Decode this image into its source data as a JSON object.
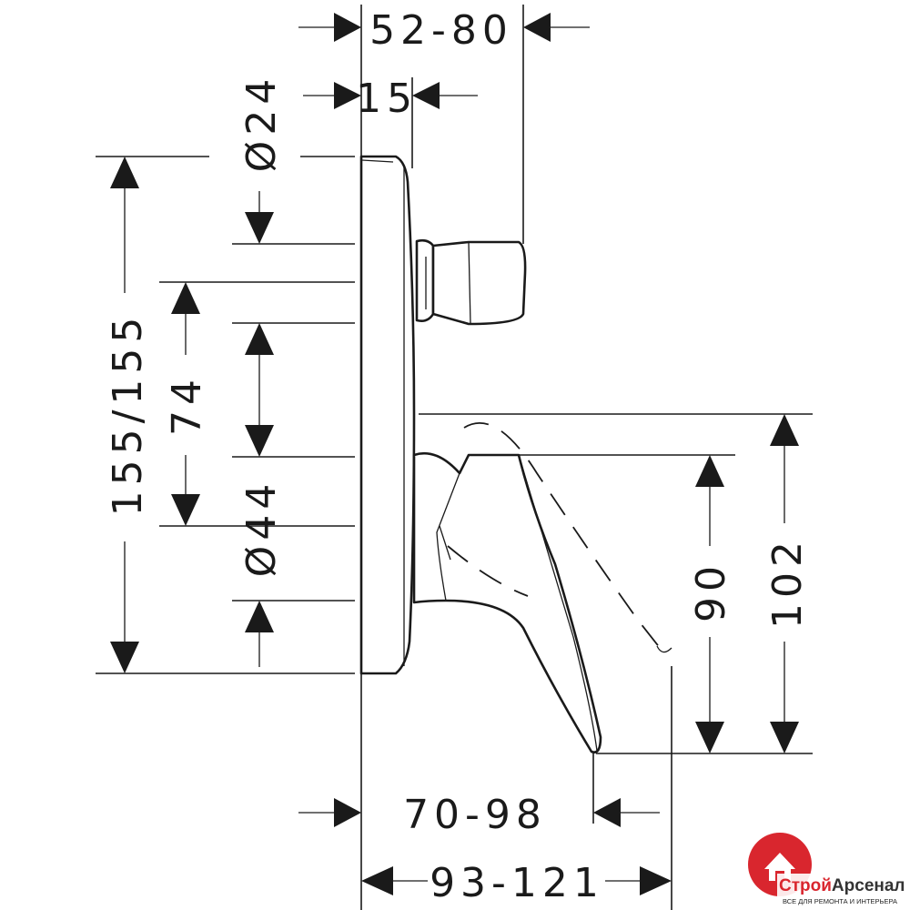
{
  "dimensions": {
    "top_depth": "52-80",
    "top_offset": "15",
    "top_diameter": "Ø24",
    "total_height": "155/155",
    "center_distance": "74",
    "bottom_diameter": "Ø44",
    "spout_height": "90",
    "overall_height": "102",
    "spout_reach": "70-98",
    "total_reach": "93-121"
  },
  "watermark": {
    "name_part1": "Строй",
    "name_part2": "Арсенал",
    "tagline": "ВСЕ ДЛЯ РЕМОНТА И ИНТЕРЬЕРА",
    "accent_color": "#d9262e",
    "text_color": "#333333"
  }
}
